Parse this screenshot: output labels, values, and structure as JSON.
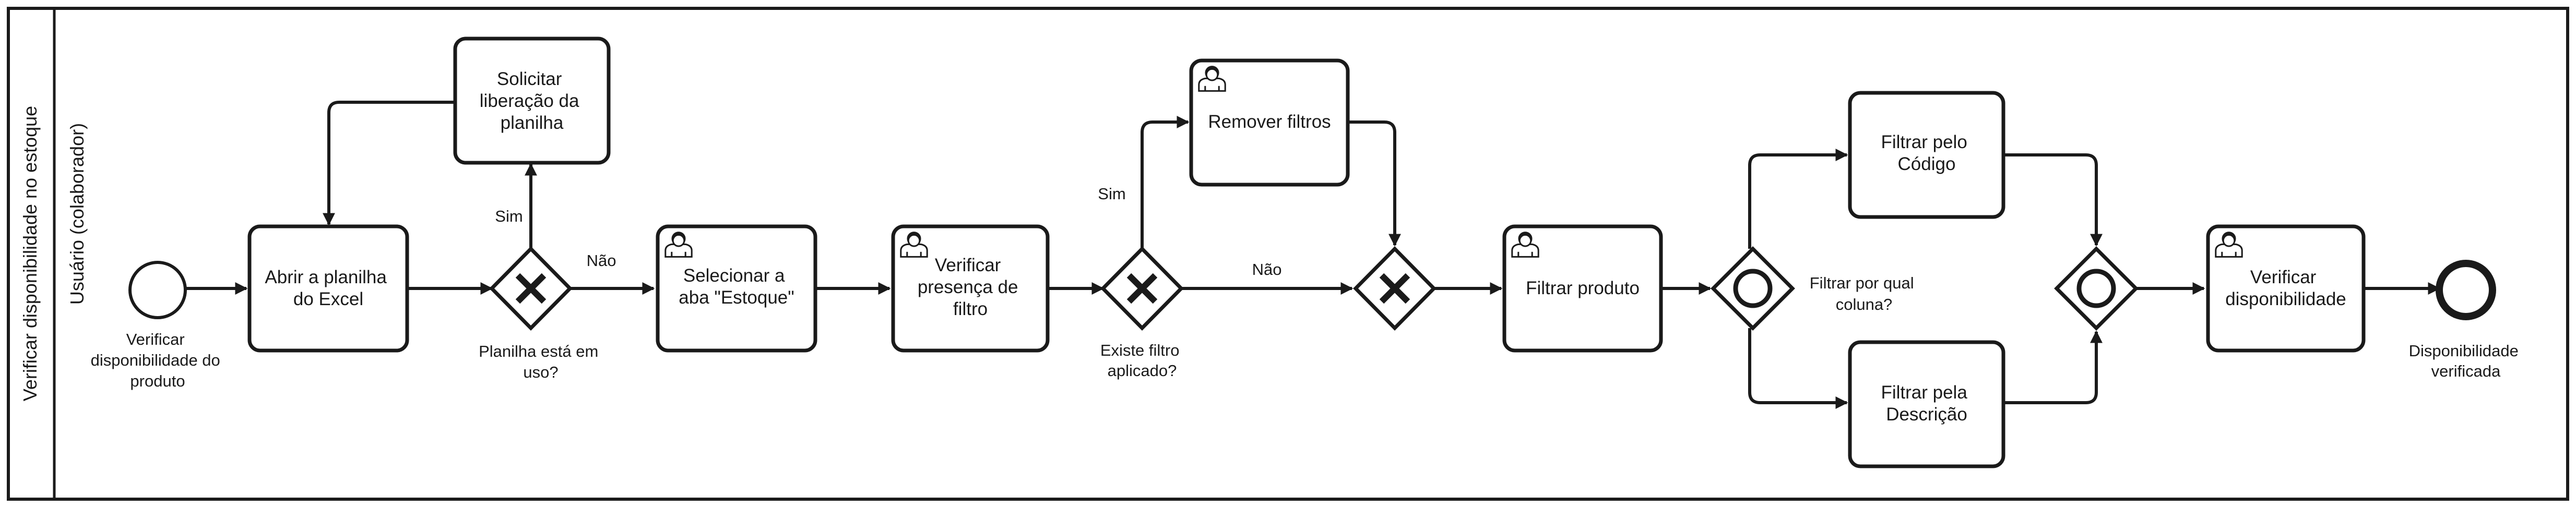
{
  "pool": {
    "title": "Verificar disponibilidade no estoque",
    "lane": "Usuário (colaborador)"
  },
  "start_event": {
    "label": [
      "Verificar",
      "disponibilidade do",
      "produto"
    ]
  },
  "end_event": {
    "label": [
      "Disponibilidade",
      "verificada"
    ]
  },
  "tasks": {
    "abrir": {
      "lines": [
        "Abrir a planilha",
        "do Excel"
      ],
      "user_task": false
    },
    "solicitar": {
      "lines": [
        "Solicitar",
        "liberação da",
        "planilha"
      ],
      "user_task": false
    },
    "selecionar": {
      "lines": [
        "Selecionar a",
        "aba \"Estoque\""
      ],
      "user_task": true
    },
    "verificar_filtro": {
      "lines": [
        "Verificar",
        "presença de",
        "filtro"
      ],
      "user_task": true
    },
    "remover": {
      "lines": [
        "Remover filtros"
      ],
      "user_task": true
    },
    "filtrar_produto": {
      "lines": [
        "Filtrar produto"
      ],
      "user_task": true
    },
    "filtrar_codigo": {
      "lines": [
        "Filtrar pelo",
        "Código"
      ],
      "user_task": false
    },
    "filtrar_descricao": {
      "lines": [
        "Filtrar pela",
        "Descrição"
      ],
      "user_task": false
    },
    "verificar_disp": {
      "lines": [
        "Verificar",
        "disponibilidade"
      ],
      "user_task": true
    }
  },
  "gateways": {
    "planilha": {
      "type": "exclusive",
      "label": [
        "Planilha está em",
        "uso?"
      ]
    },
    "filtro": {
      "type": "exclusive",
      "label": [
        "Existe filtro",
        "aplicado?"
      ]
    },
    "merge": {
      "type": "exclusive",
      "label": []
    },
    "coluna": {
      "type": "inclusive",
      "label": [
        "Filtrar por qual",
        "coluna?"
      ]
    },
    "join": {
      "type": "inclusive",
      "label": []
    }
  },
  "flow_labels": {
    "sim_planilha": "Sim",
    "nao_planilha": "Não",
    "sim_filtro": "Sim",
    "nao_filtro": "Não"
  },
  "colors": {
    "stroke": "#1a1a1a",
    "fill": "#ffffff"
  }
}
